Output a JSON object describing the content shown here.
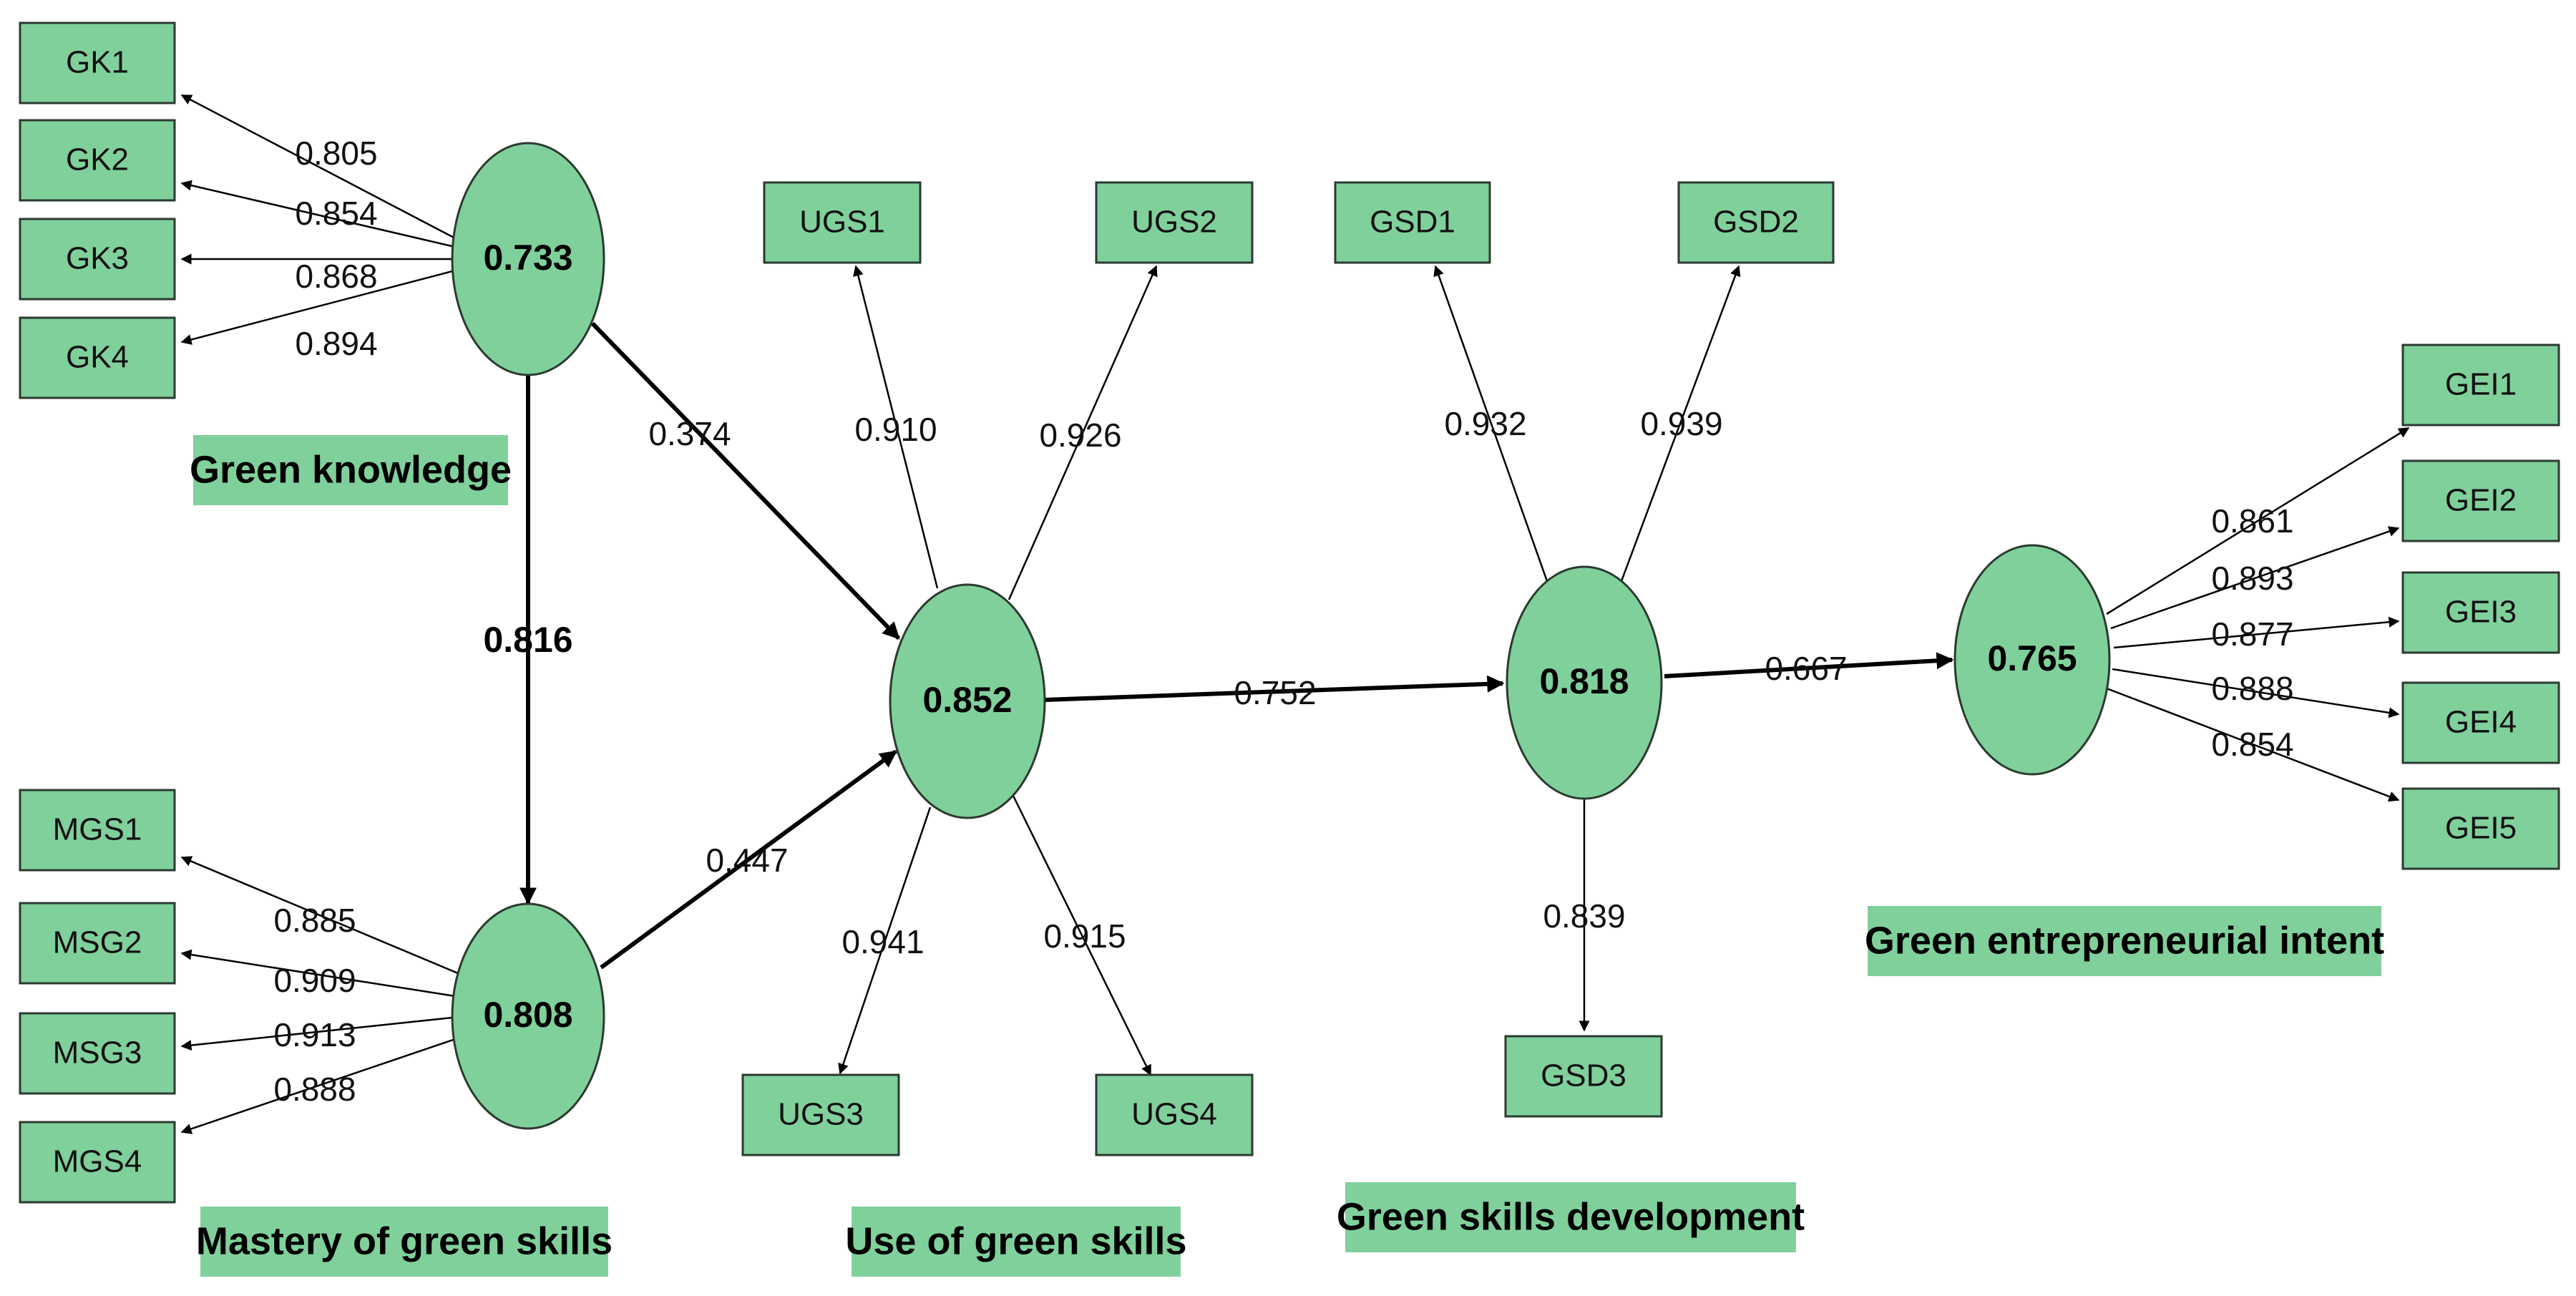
{
  "constructs": {
    "gk": {
      "name": "Green knowledge",
      "r2": "0.733"
    },
    "mgs": {
      "name": "Mastery of green skills",
      "r2": "0.808"
    },
    "ugs": {
      "name": "Use of green skills",
      "r2": "0.852"
    },
    "gsd": {
      "name": "Green skills development",
      "r2": "0.818"
    },
    "gei": {
      "name": "Green entrepreneurial intent",
      "r2": "0.765"
    }
  },
  "indicators": {
    "gk": [
      {
        "label": "GK1",
        "loading": "0.805"
      },
      {
        "label": "GK2",
        "loading": "0.854"
      },
      {
        "label": "GK3",
        "loading": "0.868"
      },
      {
        "label": "GK4",
        "loading": "0.894"
      }
    ],
    "mgs": [
      {
        "label": "MGS1",
        "loading": "0.885"
      },
      {
        "label": "MSG2",
        "loading": "0.909"
      },
      {
        "label": "MSG3",
        "loading": "0.913"
      },
      {
        "label": "MGS4",
        "loading": "0.888"
      }
    ],
    "ugs": [
      {
        "label": "UGS1",
        "loading": "0.910"
      },
      {
        "label": "UGS2",
        "loading": "0.926"
      },
      {
        "label": "UGS3",
        "loading": "0.941"
      },
      {
        "label": "UGS4",
        "loading": "0.915"
      }
    ],
    "gsd": [
      {
        "label": "GSD1",
        "loading": "0.932"
      },
      {
        "label": "GSD2",
        "loading": "0.939"
      },
      {
        "label": "GSD3",
        "loading": "0.839"
      }
    ],
    "gei": [
      {
        "label": "GEI1",
        "loading": "0.861"
      },
      {
        "label": "GEI2",
        "loading": "0.893"
      },
      {
        "label": "GEI3",
        "loading": "0.877"
      },
      {
        "label": "GEI4",
        "loading": "0.888"
      },
      {
        "label": "GEI5",
        "loading": "0.854"
      }
    ]
  },
  "paths": {
    "gk_mgs": "0.816",
    "gk_ugs": "0.374",
    "mgs_ugs": "0.447",
    "ugs_gsd": "0.752",
    "gsd_gei": "0.667"
  },
  "colors": {
    "node_fill": "#80d09c",
    "stroke": "#2b3a30",
    "arrow": "#000000"
  }
}
